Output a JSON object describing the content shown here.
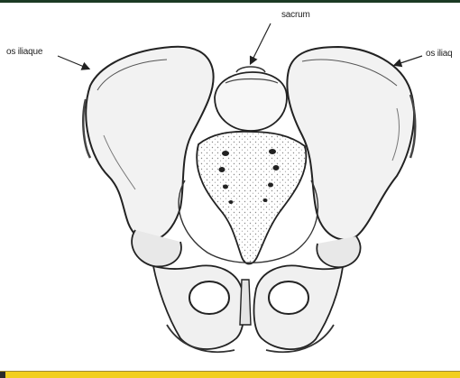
{
  "labels": {
    "sacrum": "sacrum",
    "iliac_left": "os iliaque",
    "iliac_right": "os iliaq"
  },
  "colors": {
    "top_strip": "#1b3a24",
    "bottom_strip": "#f2cf1e",
    "ink": "#222222"
  }
}
